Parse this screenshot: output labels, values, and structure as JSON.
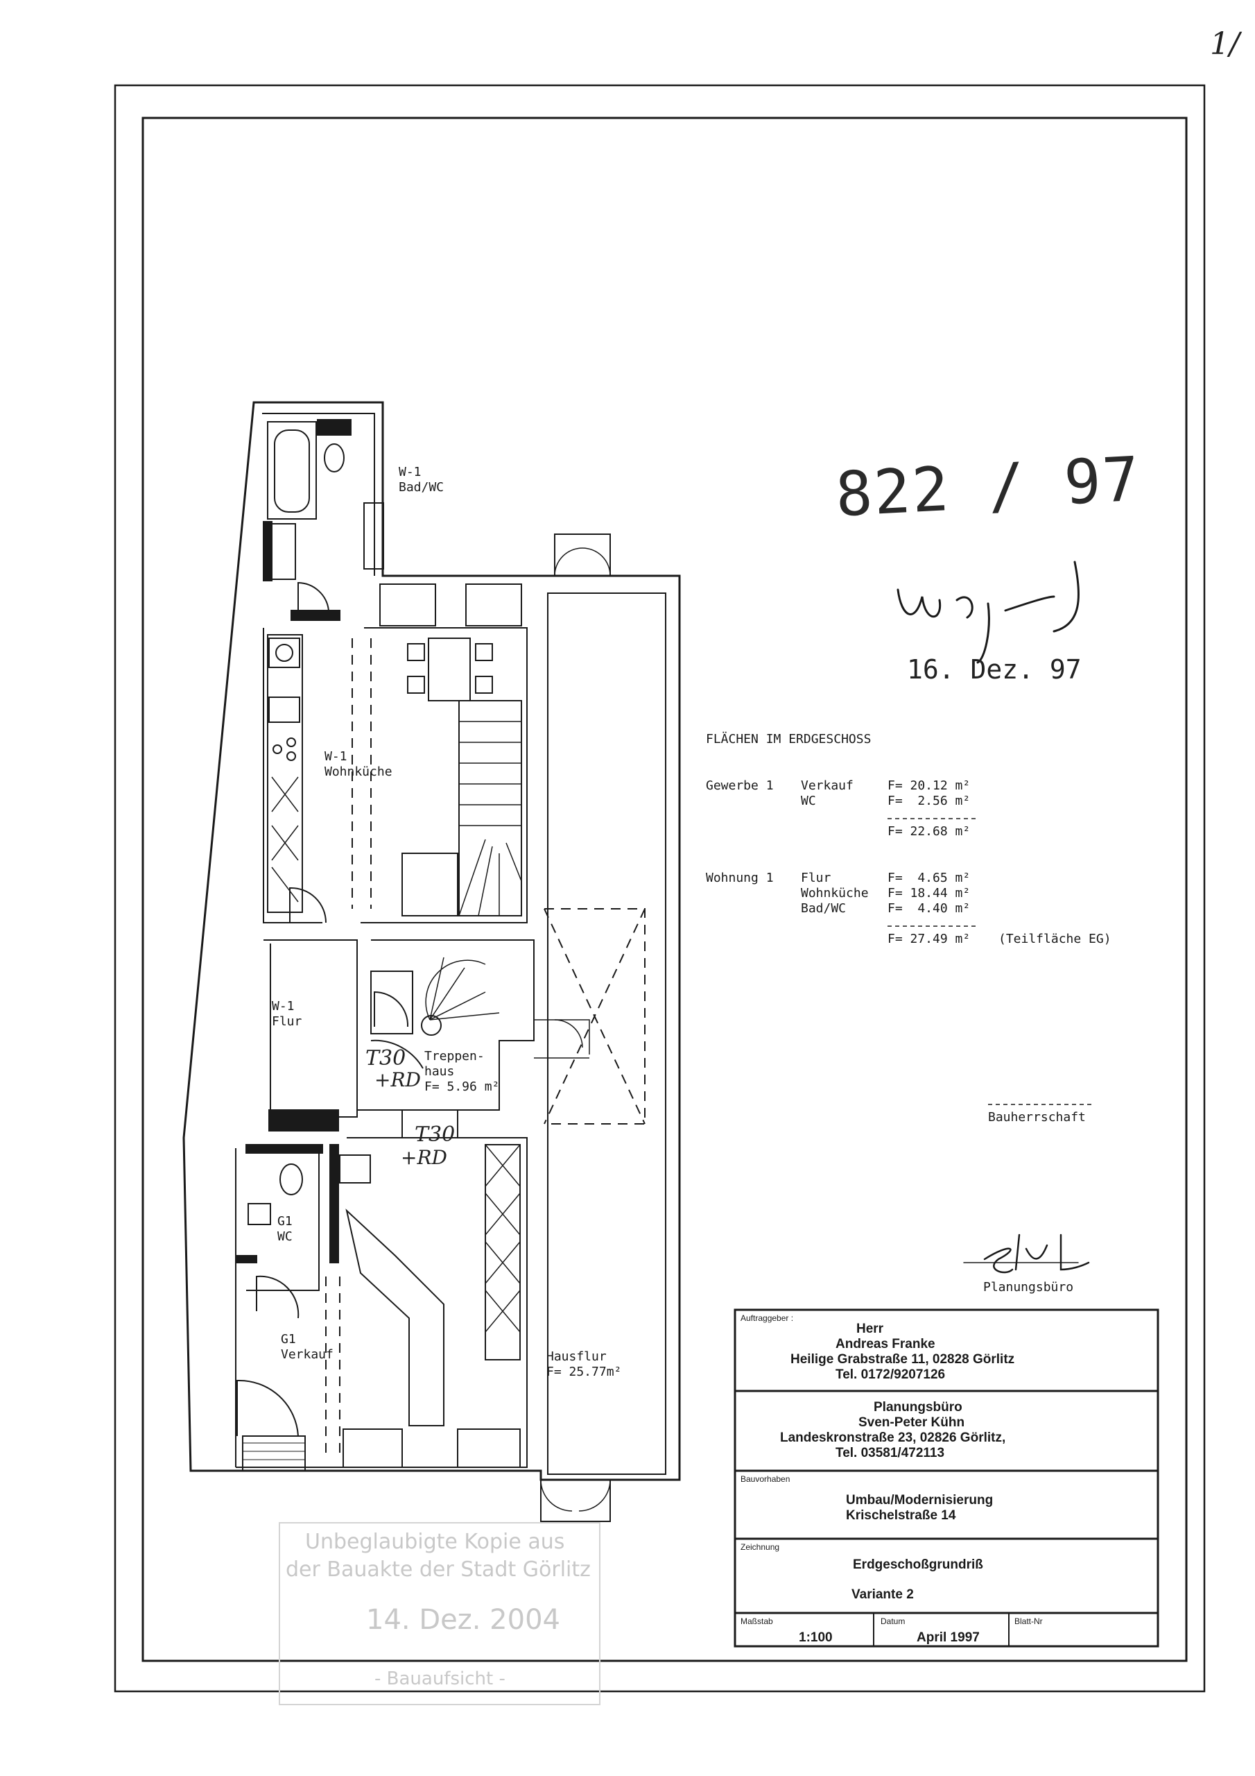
{
  "corner_mark": "1/",
  "stamps": {
    "number": "822 / 97",
    "date": "16. Dez. 97",
    "copy_line1": "Unbeglaubigte Kopie aus",
    "copy_line2": "der Bauakte der Stadt Görlitz",
    "copy_date": "14. Dez. 2004",
    "copy_footer": "- Bauaufsicht -"
  },
  "rooms": {
    "bad_name": "W-1",
    "bad_label": "Bad/WC",
    "kueche_name": "W-1",
    "kueche_label": "Wohnküche",
    "flur_name": "W-1",
    "flur_label": "Flur",
    "treppe_label": "Treppen-",
    "treppe_label2": "haus",
    "treppe_area": "F= 5.96 m²",
    "t30_a": "T30",
    "rd_a": "+RD",
    "t30_b": "T30",
    "rd_b": "+RD",
    "wc_name": "G1",
    "wc_label": "WC",
    "verkauf_name": "G1",
    "verkauf_label": "Verkauf",
    "hausflur_label": "Hausflur",
    "hausflur_area": "F= 25.77m²"
  },
  "areas": {
    "title": "FLÄCHEN IM ERDGESCHOSS",
    "gewerbe": "Gewerbe 1",
    "g_verkauf": "Verkauf",
    "g_verkauf_val": "F= 20.12 m²",
    "g_wc": "WC",
    "g_wc_val": "F=  2.56 m²",
    "g_total": "F= 22.68 m²",
    "wohnung": "Wohnung 1",
    "w_flur": "Flur",
    "w_flur_val": "F=  4.65 m²",
    "w_kueche": "Wohnküche",
    "w_kueche_val": "F= 18.44 m²",
    "w_bad": "Bad/WC",
    "w_bad_val": "F=  4.40 m²",
    "w_total": "F= 27.49 m²",
    "w_note": "(Teilfläche EG)"
  },
  "signatures": {
    "bauherrschaft": "Bauherrschaft",
    "planungsbuero": "Planungsbüro"
  },
  "title_block": {
    "auftraggeber_label": "Auftraggeber :",
    "client_1": "Herr",
    "client_2": "Andreas Franke",
    "client_3": "Heilige Grabstraße 11, 02828 Görlitz",
    "client_4": "Tel. 0172/9207126",
    "office_1": "Planungsbüro",
    "office_2": "Sven-Peter Kühn",
    "office_3": "Landeskronstraße 23, 02826 Görlitz,",
    "office_4": "Tel. 03581/472113",
    "bauvorhaben_label": "Bauvorhaben",
    "project_1": "Umbau/Modernisierung",
    "project_2": "Krischelstraße 14",
    "zeichnung_label": "Zeichnung",
    "drawing_1": "Erdgeschoßgrundriß",
    "drawing_2": "Variante 2",
    "massstab_label": "Maßstab",
    "massstab": "1:100",
    "datum_label": "Datum",
    "datum": "April 1997",
    "blatt_label": "Blatt-Nr"
  }
}
